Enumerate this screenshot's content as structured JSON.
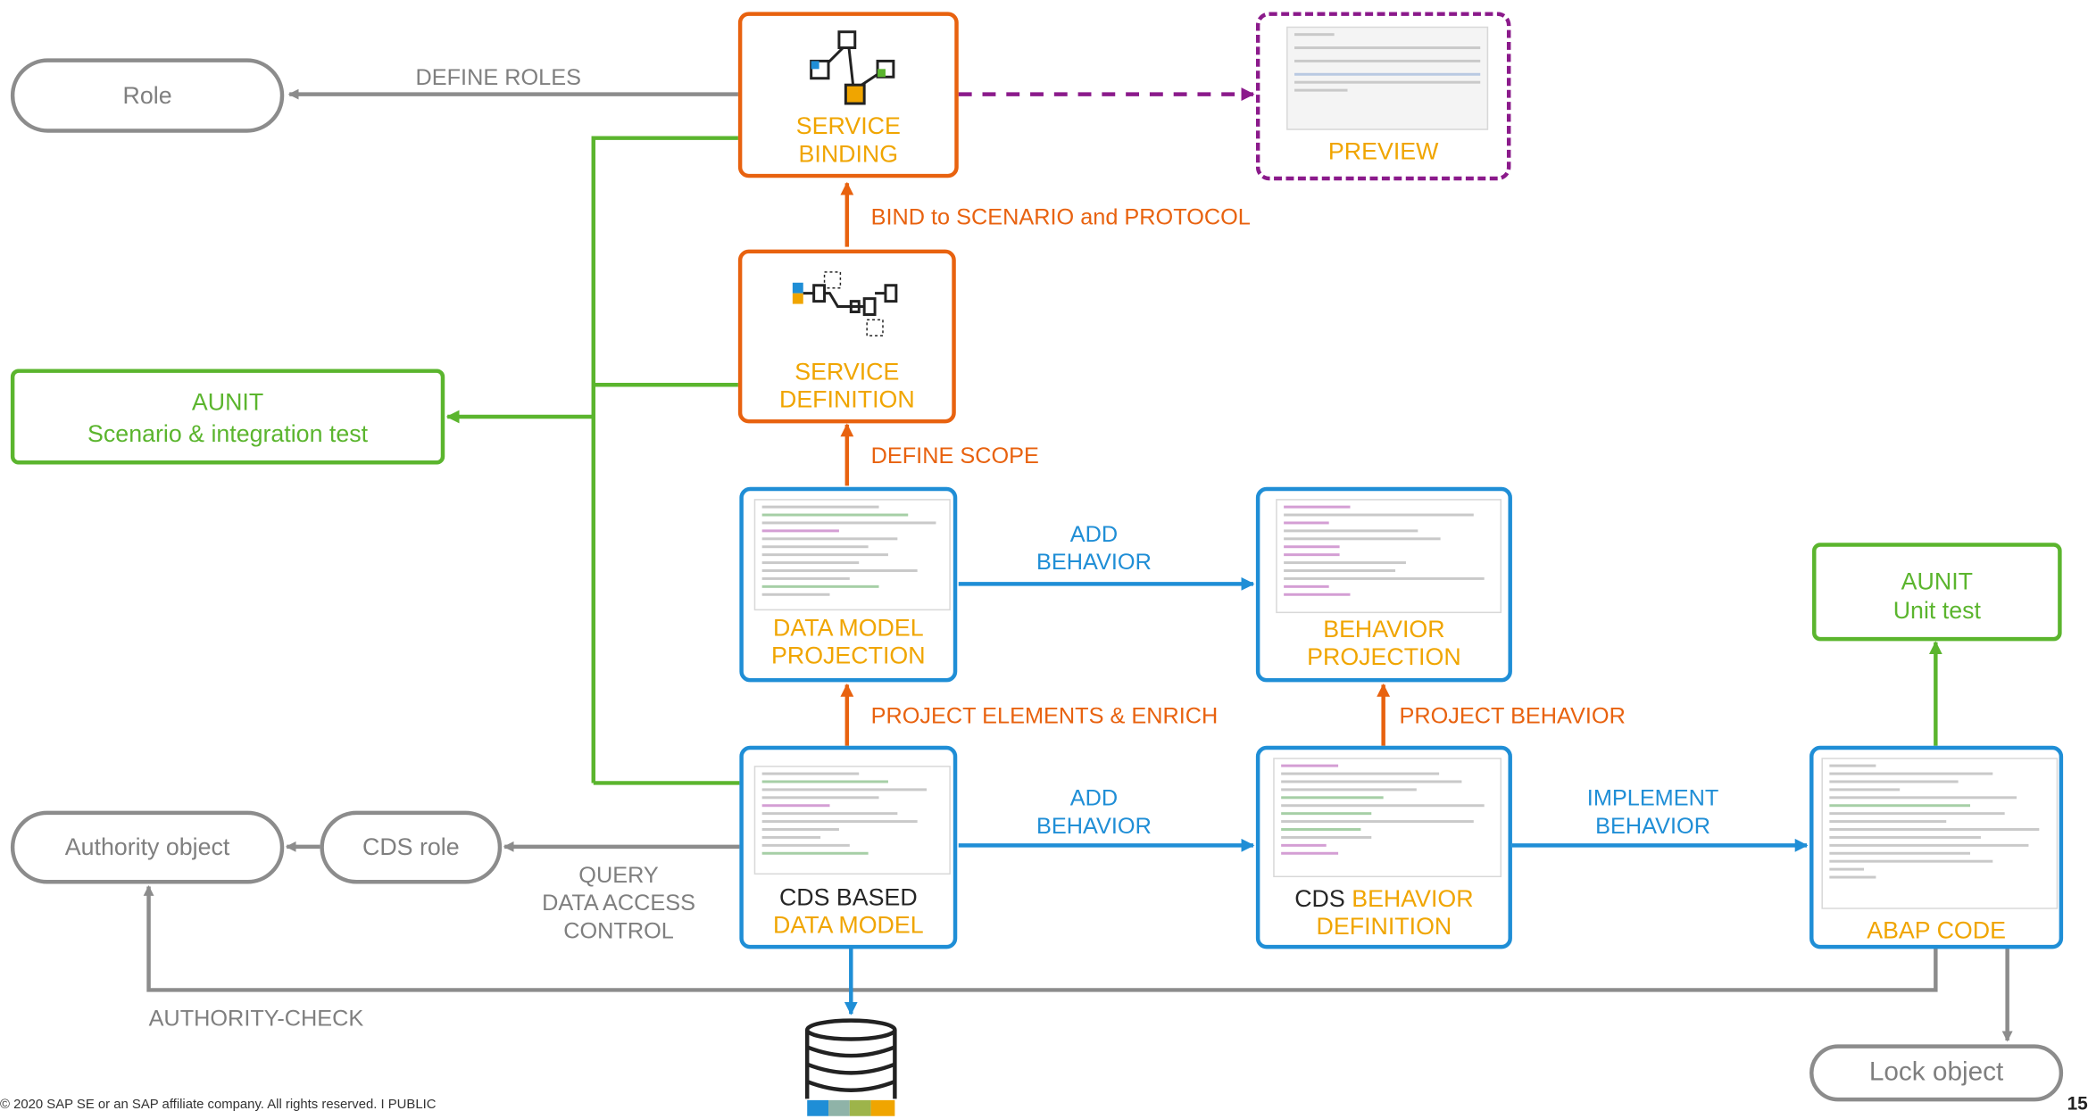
{
  "nodes": {
    "role": "Role",
    "service_binding": [
      "SERVICE",
      "BINDING"
    ],
    "preview": "PREVIEW",
    "service_definition": [
      "SERVICE",
      "DEFINITION"
    ],
    "aunit_scenario": [
      "AUNIT",
      "Scenario & integration test"
    ],
    "data_model_projection": [
      "DATA MODEL",
      "PROJECTION"
    ],
    "behavior_projection": [
      "BEHAVIOR",
      "PROJECTION"
    ],
    "aunit_unit": [
      "AUNIT",
      "Unit test"
    ],
    "authority_object": "Authority object",
    "cds_role": "CDS role",
    "cds_data_model": [
      "CDS BASED",
      "DATA MODEL"
    ],
    "cds_behavior_definition": [
      "CDS",
      "BEHAVIOR",
      "DEFINITION"
    ],
    "abap_code": "ABAP CODE",
    "lock_object": "Lock object",
    "database_icon": "database-icon"
  },
  "edges": {
    "define_roles": "DEFINE ROLES",
    "bind": "BIND to SCENARIO and PROTOCOL",
    "define_scope": "DEFINE SCOPE",
    "add_behavior_top": [
      "ADD",
      "BEHAVIOR"
    ],
    "project_elements": "PROJECT ELEMENTS & ENRICH",
    "project_behavior": "PROJECT BEHAVIOR",
    "add_behavior_bottom": [
      "ADD",
      "BEHAVIOR"
    ],
    "implement_behavior": [
      "IMPLEMENT",
      "BEHAVIOR"
    ],
    "query_dac": [
      "QUERY",
      "DATA ACCESS",
      "CONTROL"
    ],
    "authority_check": "AUTHORITY-CHECK"
  },
  "footer": {
    "copyright": "© 2020 SAP SE or an SAP affiliate company. All rights reserved.  I  PUBLIC",
    "page_number": "15"
  },
  "colors": {
    "orange": "#e8620f",
    "blue": "#1f8ed6",
    "gold": "#f0a500",
    "green": "#5bb52e",
    "grey": "#8c8c8c",
    "purple": "#8b1a8b"
  }
}
